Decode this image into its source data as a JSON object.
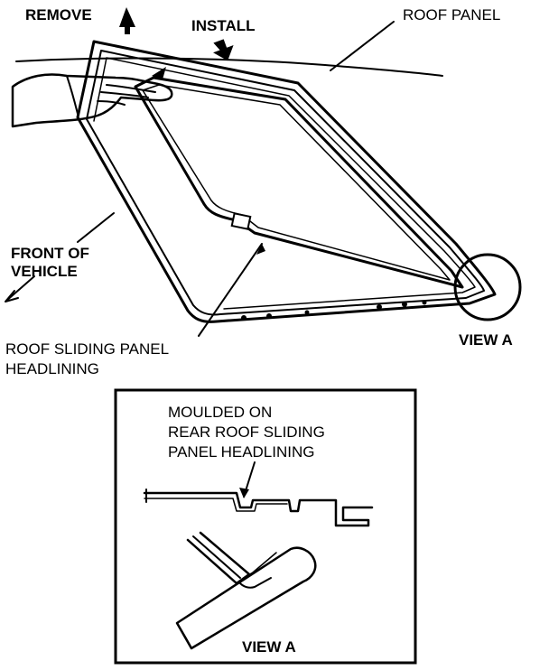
{
  "labels": {
    "remove": "REMOVE",
    "install": "INSTALL",
    "roof_panel": "ROOF PANEL",
    "front_of_vehicle_line1": "FRONT OF",
    "front_of_vehicle_line2": "VEHICLE",
    "roof_sliding_panel_line1": "ROOF SLIDING PANEL",
    "roof_sliding_panel_line2": "HEADLINING",
    "view_a_main": "VIEW A",
    "moulded_line1": "MOULDED ON",
    "moulded_line2": "REAR ROOF SLIDING",
    "moulded_line3": "PANEL HEADLINING",
    "view_a_inset": "VIEW A"
  },
  "colors": {
    "ink": "#000000",
    "paper": "#ffffff"
  }
}
